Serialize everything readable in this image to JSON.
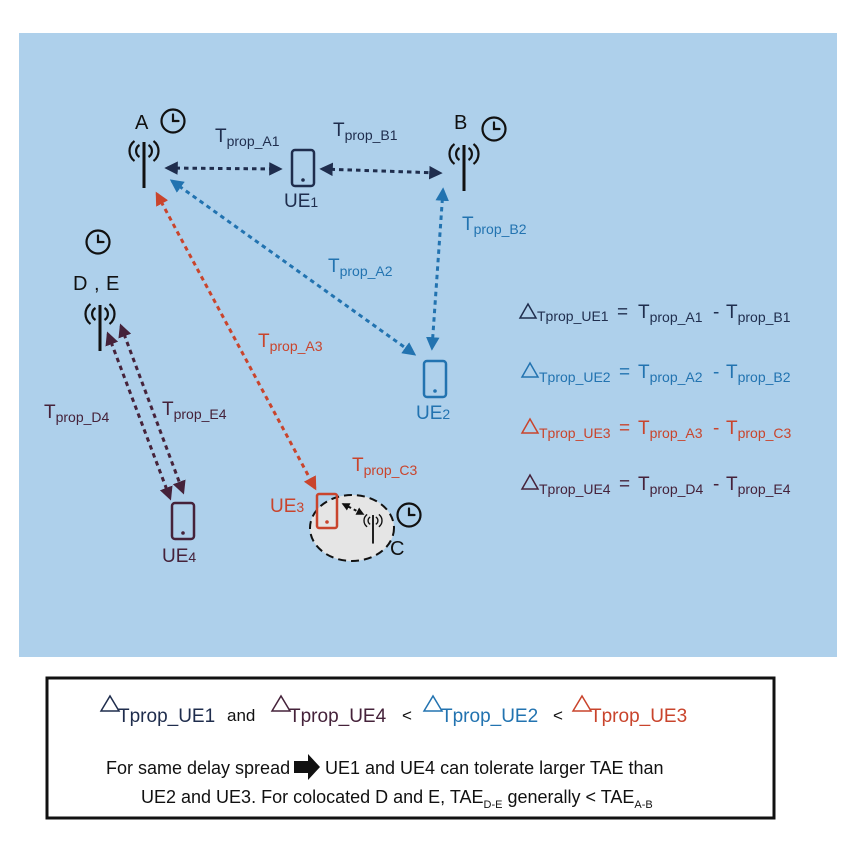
{
  "colors": {
    "background": "#aed0eb",
    "navy": "#1f2d4d",
    "blue": "#2273b0",
    "red": "#c9442c",
    "maroon": "#45223a",
    "black": "#111111",
    "bubble": "#e5e5e5"
  },
  "nodes": {
    "A": "A",
    "B": "B",
    "C": "C",
    "D": "D",
    "comma": ",",
    "E": "E"
  },
  "ue": {
    "ue1": {
      "base": "UE",
      "sub": "1"
    },
    "ue2": {
      "base": "UE",
      "sub": "2"
    },
    "ue3": {
      "base": "UE",
      "sub": "3"
    },
    "ue4": {
      "base": "UE",
      "sub": "4"
    }
  },
  "links": {
    "a1": {
      "base": "T",
      "sub": "prop_A1"
    },
    "b1": {
      "base": "T",
      "sub": "prop_B1"
    },
    "b2": {
      "base": "T",
      "sub": "prop_B2"
    },
    "a2": {
      "base": "T",
      "sub": "prop_A2"
    },
    "a3": {
      "base": "T",
      "sub": "prop_A3"
    },
    "c3": {
      "base": "T",
      "sub": "prop_C3"
    },
    "d4": {
      "base": "T",
      "sub": "prop_D4"
    },
    "e4": {
      "base": "T",
      "sub": "prop_E4"
    }
  },
  "equations": [
    {
      "lhs": "Tprop_UE1",
      "eq": "=",
      "t1": "T",
      "s1": "prop_A1",
      "minus": "-",
      "t2": "T",
      "s2": "prop_B1"
    },
    {
      "lhs": "Tprop_UE2",
      "eq": "=",
      "t1": "T",
      "s1": "prop_A2",
      "minus": "-",
      "t2": "T",
      "s2": "prop_B2"
    },
    {
      "lhs": "Tprop_UE3",
      "eq": "=",
      "t1": "T",
      "s1": "prop_A3",
      "minus": "-",
      "t2": "T",
      "s2": "prop_C3"
    },
    {
      "lhs": "Tprop_UE4",
      "eq": "=",
      "t1": "T",
      "s1": "prop_D4",
      "minus": "-",
      "t2": "T",
      "s2": "prop_E4"
    }
  ],
  "summary": {
    "delta1": "Tprop_UE1",
    "and": "and",
    "delta4": "Tprop_UE4",
    "lt1": "<",
    "delta2": "Tprop_UE2",
    "lt2": "<",
    "delta3": "Tprop_UE3",
    "line1_before": "For same delay spread",
    "line1_after": "UE1 and UE4 can tolerate larger TAE than",
    "line2_text": "UE2 and UE3. For colocated D and E, TAE",
    "line2_sub1": "D-E",
    "line2_mid": " generally < TAE",
    "line2_sub2": "A-B"
  }
}
